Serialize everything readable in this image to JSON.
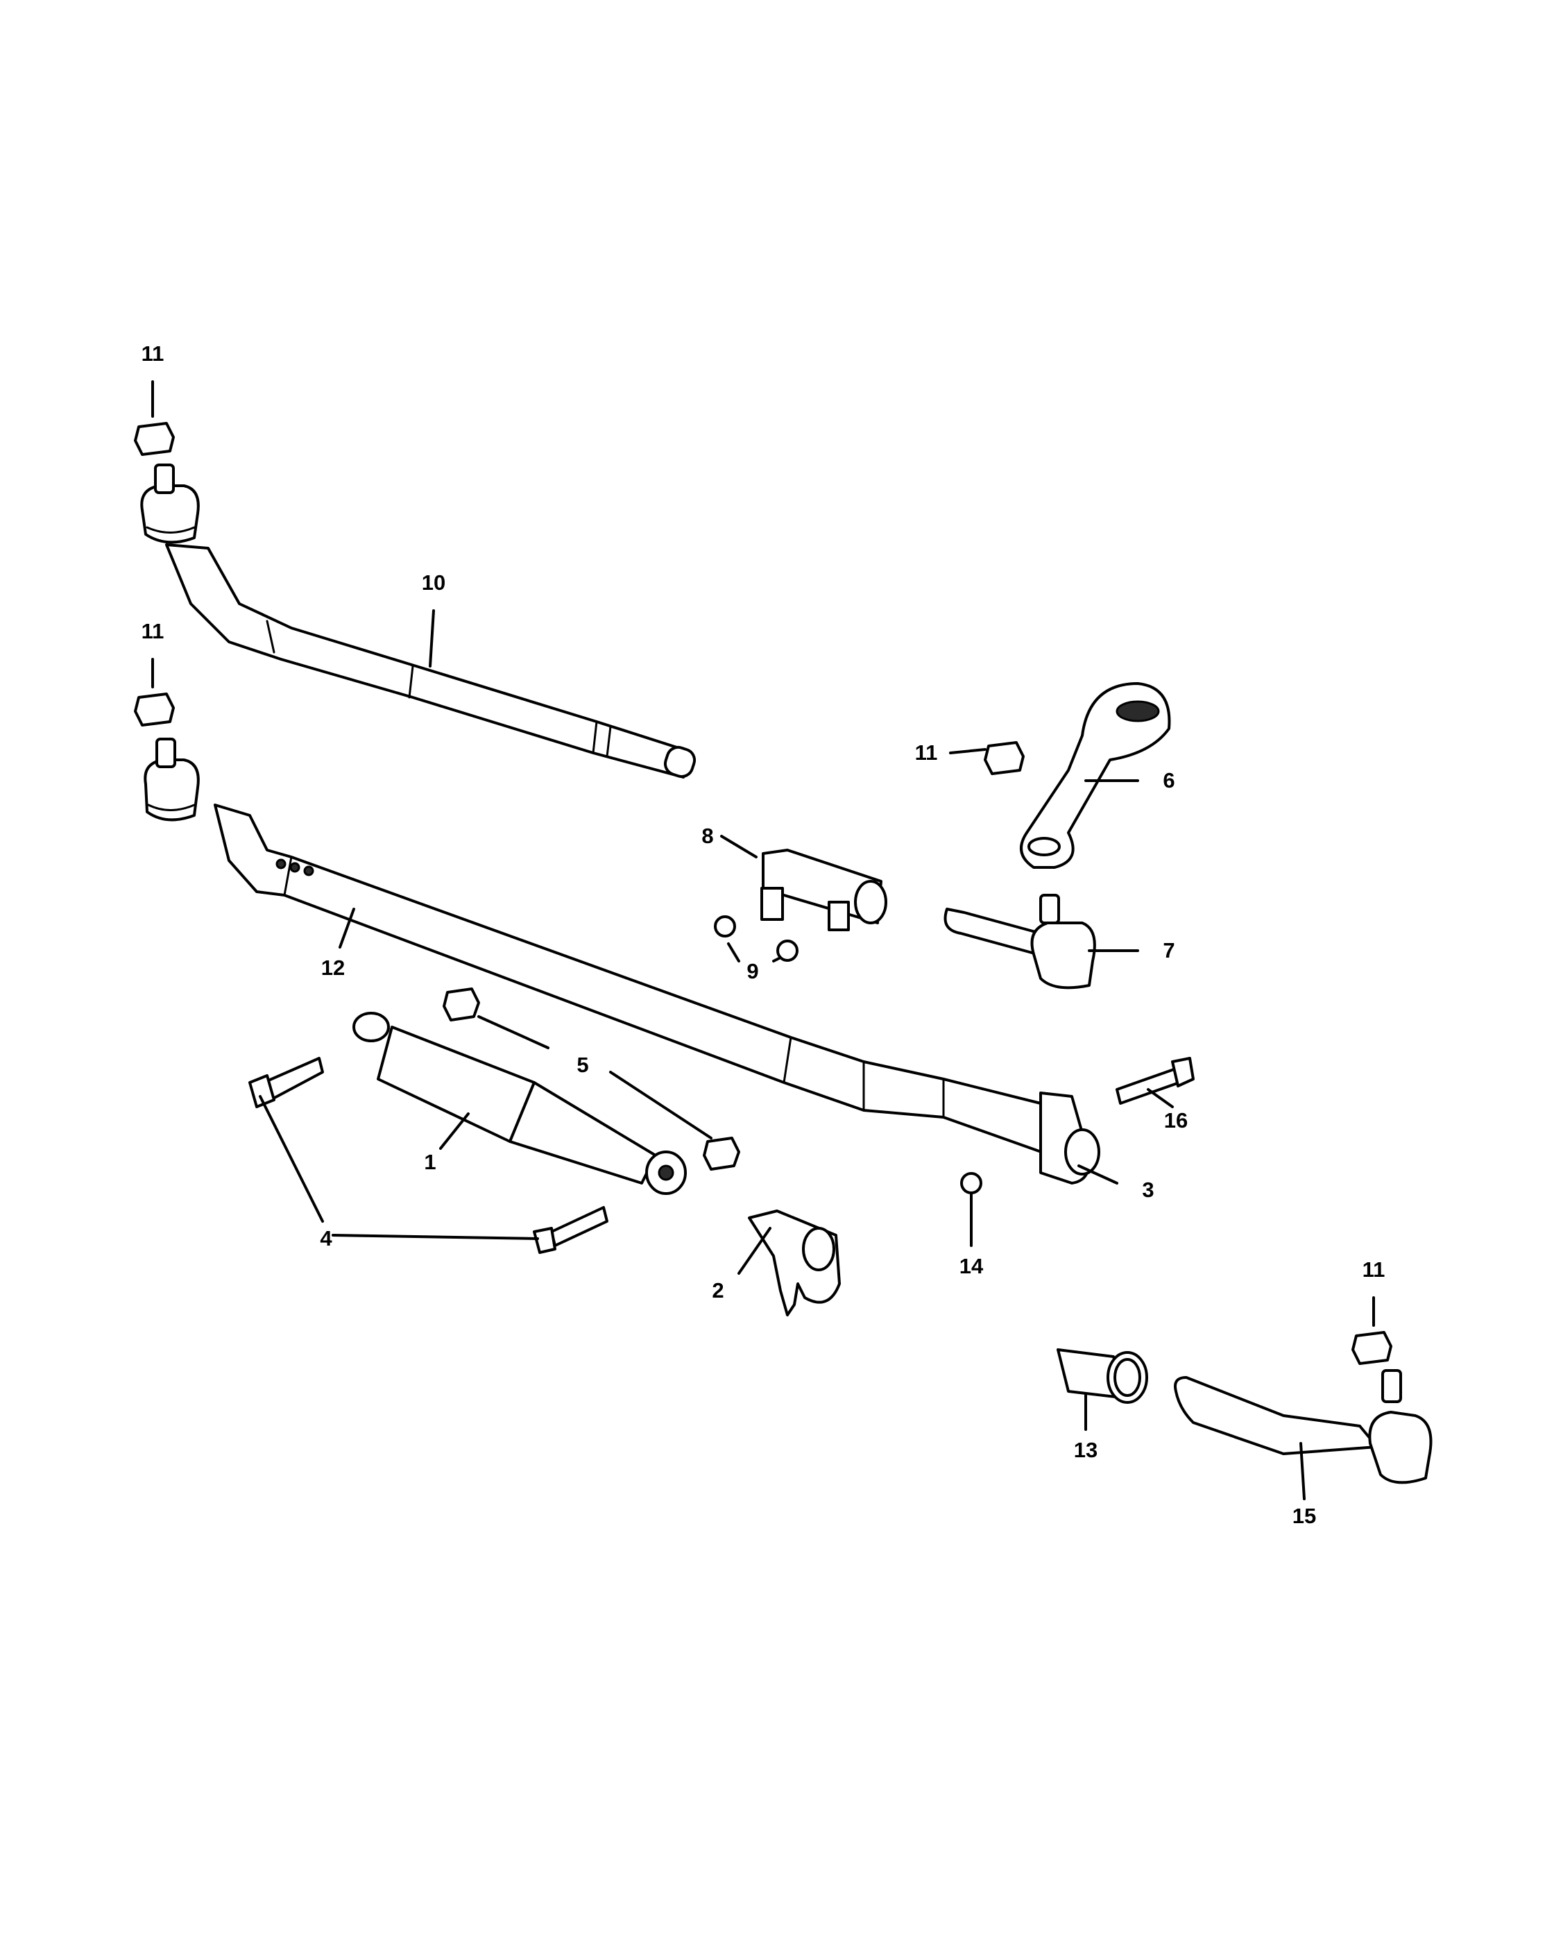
{
  "callouts": {
    "c1": "1",
    "c2": "2",
    "c3": "3",
    "c4": "4",
    "c5": "5",
    "c6": "6",
    "c7": "7",
    "c8": "8",
    "c9": "9",
    "c10": "10",
    "c11a": "11",
    "c11b": "11",
    "c11c": "11",
    "c11d": "11",
    "c12": "12",
    "c13": "13",
    "c14": "14",
    "c15": "15",
    "c16": "16"
  }
}
